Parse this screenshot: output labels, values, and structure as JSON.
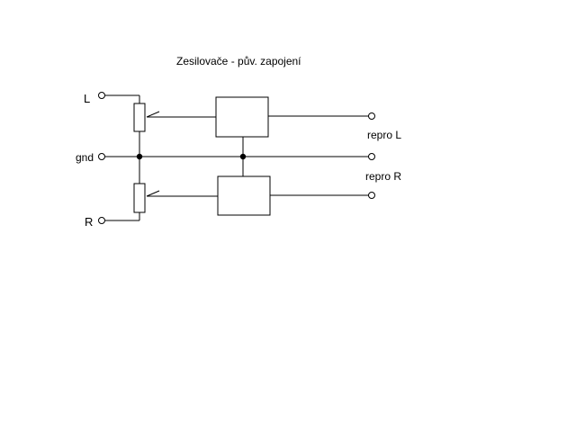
{
  "title": "Zesilovače - pův. zapojení",
  "labels": {
    "input_left": "L",
    "ground": "gnd",
    "input_right": "R",
    "output_left": "repro L",
    "output_right": "repro R"
  },
  "components": {
    "potentiometers": 2,
    "amplifier_blocks": 2,
    "input_terminals": 3,
    "output_terminals": 3
  }
}
